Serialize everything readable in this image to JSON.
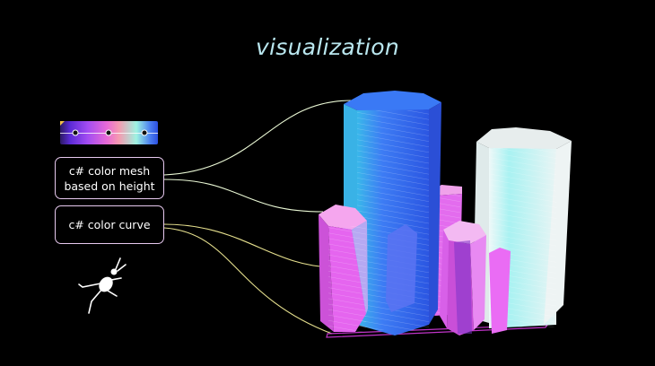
{
  "title": "visualization",
  "labels": {
    "mesh": "c# color mesh\nbased on height",
    "curve": "c# color curve"
  },
  "colors": {
    "title": "#b9e6ee",
    "blue_tower": "#3f6ff5",
    "pink_tower": "#e66bf0",
    "cyan_tower": "#b9f4f4",
    "wire_mesh": "#e9f7d4",
    "wire_curve": "#e6e08e"
  },
  "icons": {
    "logo": "grasshopper-icon"
  }
}
